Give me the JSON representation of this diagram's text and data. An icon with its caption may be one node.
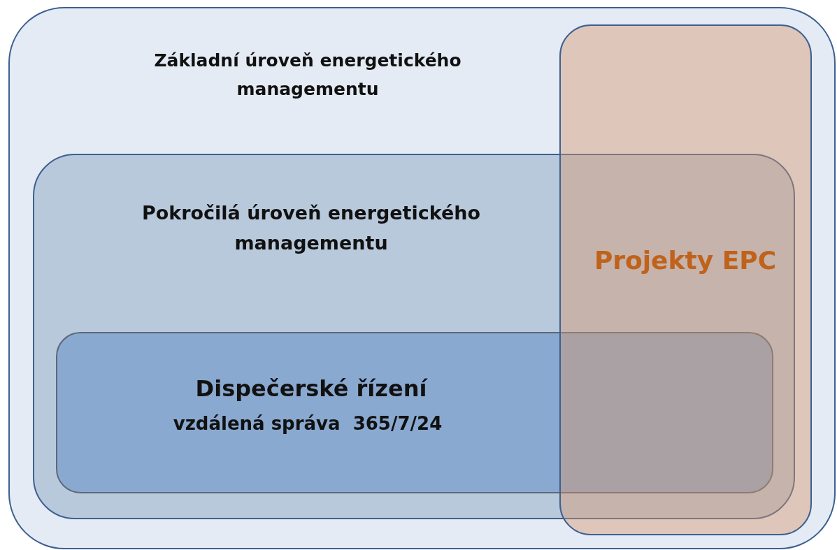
{
  "diagram": {
    "nodes": [
      {
        "text": [
          "Základní úroveň energetického managementu"
        ]
      },
      {
        "text": [
          "Pokročilá úroveň energetického managementu"
        ],
        "in": 0
      },
      {
        "text": [
          "Dispečerské řízení",
          "vzdálená správa  365/7/24"
        ],
        "in": 1
      },
      {
        "text": [
          "Projekty EPC"
        ],
        "in": 0
      }
    ]
  }
}
